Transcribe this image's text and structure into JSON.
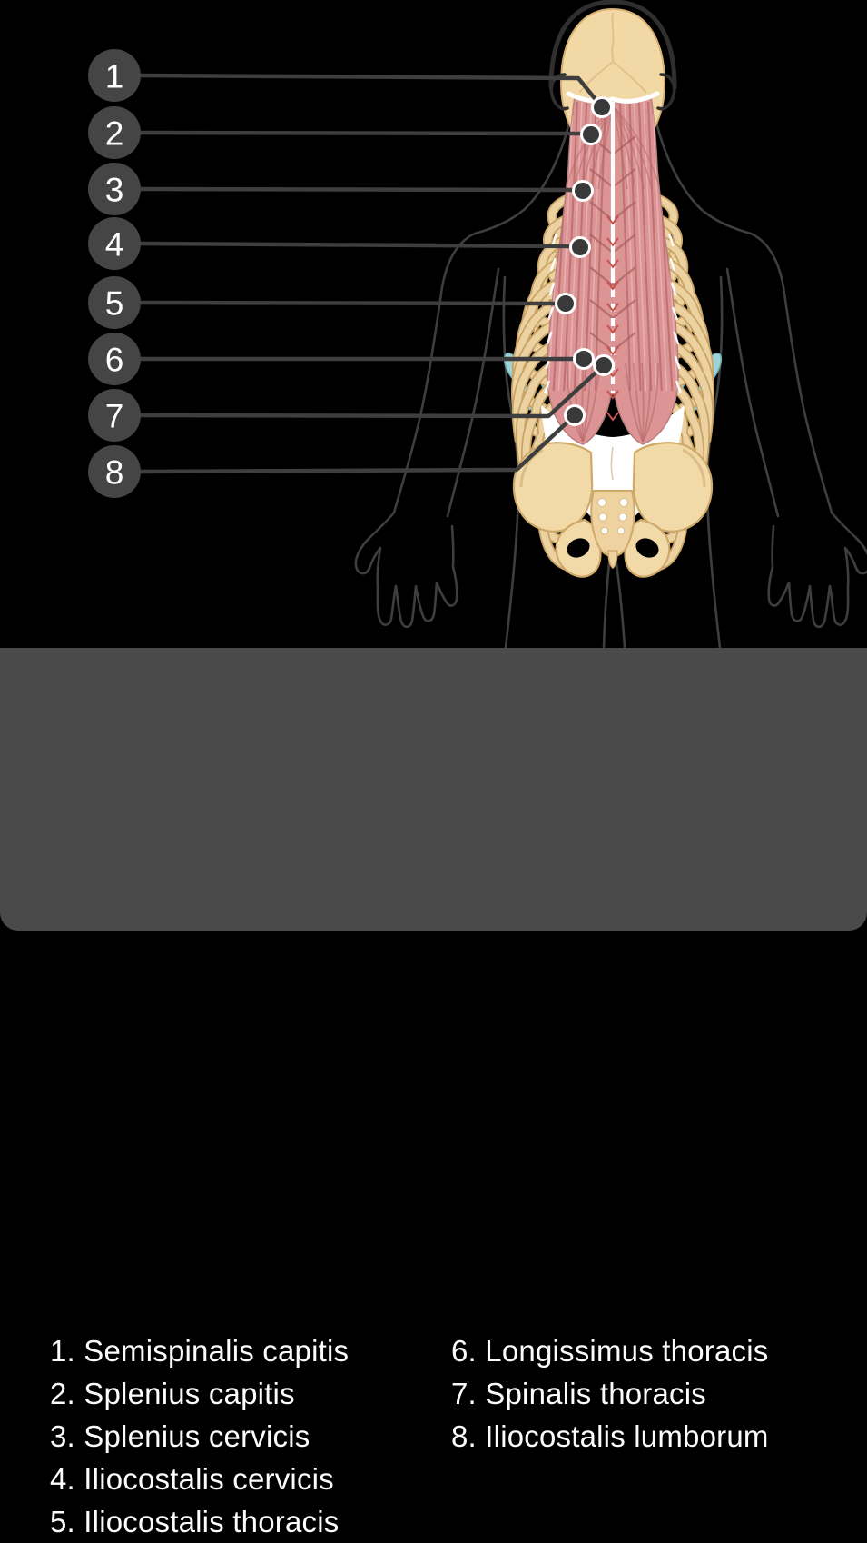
{
  "figure": {
    "description": "Posterior view of deep back muscles with numbered labels",
    "markers": [
      {
        "number": "1"
      },
      {
        "number": "2"
      },
      {
        "number": "3"
      },
      {
        "number": "4"
      },
      {
        "number": "5"
      },
      {
        "number": "6"
      },
      {
        "number": "7"
      },
      {
        "number": "8"
      }
    ]
  },
  "legend": {
    "columns": [
      {
        "items": [
          {
            "number": "1",
            "name": "Semispinalis capitis"
          },
          {
            "number": "2",
            "name": "Splenius capitis"
          },
          {
            "number": "3",
            "name": "Splenius cervicis"
          },
          {
            "number": "4",
            "name": "Iliocostalis cervicis"
          },
          {
            "number": "5",
            "name": "Iliocostalis thoracis"
          }
        ]
      },
      {
        "items": [
          {
            "number": "6",
            "name": "Longissimus thoracis"
          },
          {
            "number": "7",
            "name": "Spinalis thoracis"
          },
          {
            "number": "8",
            "name": "Iliocostalis lumborum"
          }
        ]
      }
    ]
  },
  "colors": {
    "background": "#000000",
    "legend_panel": "#4a4a4a",
    "legend_text": "#fcfcfc",
    "marker_circle": "#454546",
    "marker_number": "#ffffff",
    "leader_line": "#3e3e3e",
    "leader_dot": "#393939",
    "leader_dot_ring": "#ffffff",
    "silhouette": "#3e3e3e",
    "scalp_outline": "#2f2f2f",
    "bone": "#f2d8a4",
    "bone_outline": "#d3ad6e",
    "rib_light": "#ecd2a0",
    "rib_dark": "#c8a365",
    "muscle": "#dc9494",
    "muscle_striation": "#b76a6a",
    "muscle_seam": "#a95c5c",
    "fascia": "#ffffff",
    "cartilage": "#9fd3d5"
  }
}
